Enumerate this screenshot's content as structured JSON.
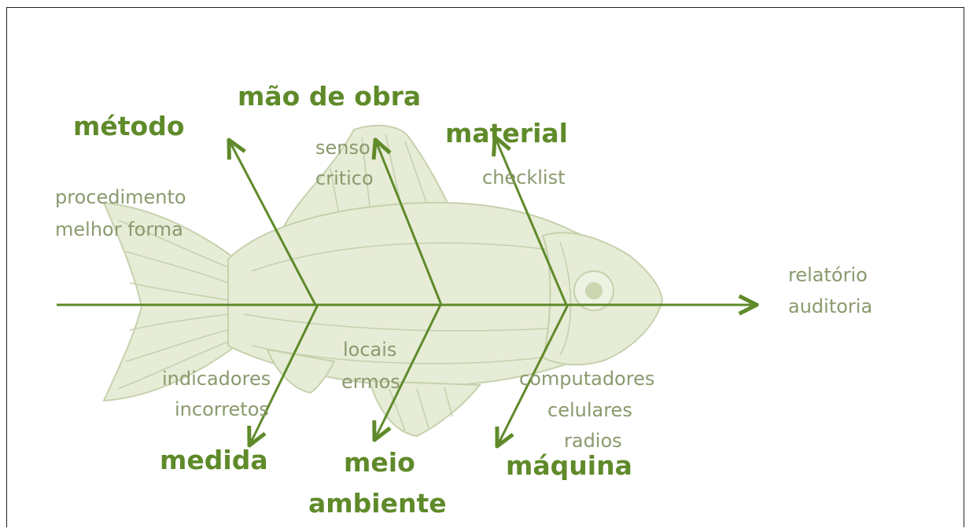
{
  "categories": {
    "metodo": "método",
    "mao_de_obra": "mão de obra",
    "material": "material",
    "medida": "medida",
    "meio_ambiente_1": "meio",
    "meio_ambiente_2": "ambiente",
    "maquina": "máquina"
  },
  "causes": {
    "metodo": [
      "procedimento",
      "melhor forma"
    ],
    "mao_de_obra": [
      "senso",
      "critico"
    ],
    "material": [
      "checklist"
    ],
    "medida": [
      "indicadores",
      "incorretos"
    ],
    "meio_ambiente": [
      "locais",
      "ermos"
    ],
    "maquina": [
      "computadores",
      "celulares",
      "radios"
    ]
  },
  "effect": [
    "relatório",
    "auditoria"
  ],
  "colors": {
    "category": "#5f8a2a",
    "arrow": "#5f8a2a",
    "label": "#8a9a6e",
    "fish_fill": "#e6ecd5",
    "fish_outline": "#c4cfa9"
  }
}
